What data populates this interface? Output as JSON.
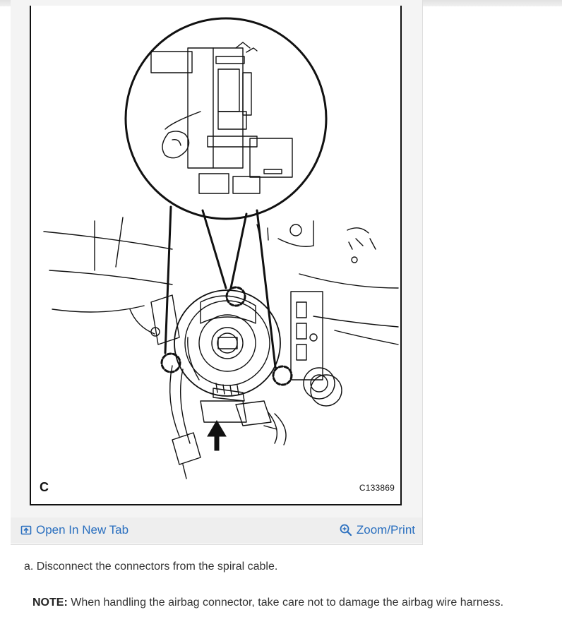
{
  "figure": {
    "letter": "C",
    "code": "C133869"
  },
  "actions": {
    "open_new_tab": "Open In New Tab",
    "zoom_print": "Zoom/Print"
  },
  "steps": {
    "step_a": "a. Disconnect the connectors from the spiral cable."
  },
  "note": {
    "label": "NOTE:",
    "text": " When handling the airbag connector, take care not to damage the airbag wire harness."
  },
  "colors": {
    "link": "#2a6fbf",
    "text": "#333333",
    "card_background": "#f4f4f4"
  },
  "icons": {
    "open_tab": "open-in-new-tab-icon",
    "zoom": "zoom-in-icon"
  }
}
